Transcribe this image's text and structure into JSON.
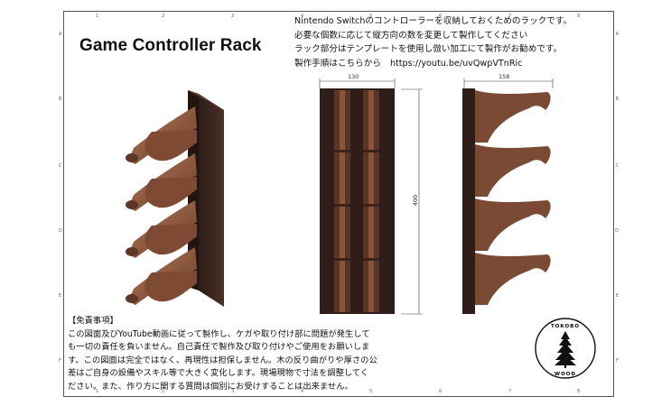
{
  "title": "Game Controller Rack",
  "description": {
    "line1": "Nintendo Switchのコントローラーを収納しておくためのラックです。",
    "line2": "必要な個数に応じて縦方向の数を変更して製作してください",
    "line3": "ラック部分はテンプレートを使用し倣い加工にて製作がお勧めです。",
    "line4_label": "製作手順はこちらから",
    "line4_url": "https://youtu.be/uvQwpVTnRic"
  },
  "dimensions": {
    "width": "130",
    "height": "400",
    "depth": "158"
  },
  "disclaimer": {
    "heading": "【免責事項】",
    "lines": [
      "この図面及びYouTube動画に従って製作し、ケガや取り付け部に問題が発生して",
      "も一切の責任を負いません。自己責任で製作及び取り付けやご使用をお願いしま",
      "す。この図面は完全ではなく、再現性は担保しません。木の反り曲がりや厚さの公",
      "差はご自身の設備やスキル等で大きく変化します。現場現物で寸法を調整してく",
      "ださい。また、作り方に関する質問は個別にお受けすることは出来ません。"
    ]
  },
  "logo": {
    "top_text": "TOKOBO",
    "bottom_text": "WOOD",
    "icon": "pine-tree-icon"
  },
  "grid": {
    "columns": [
      "1",
      "2",
      "3",
      "4",
      "5",
      "6",
      "7",
      "8"
    ],
    "rows": [
      "A",
      "B",
      "C",
      "D",
      "E",
      "F"
    ]
  },
  "colors": {
    "wood_dark": "#3a2620",
    "wood_mid": "#7a4a35",
    "wood_light": "#a46a4c"
  }
}
